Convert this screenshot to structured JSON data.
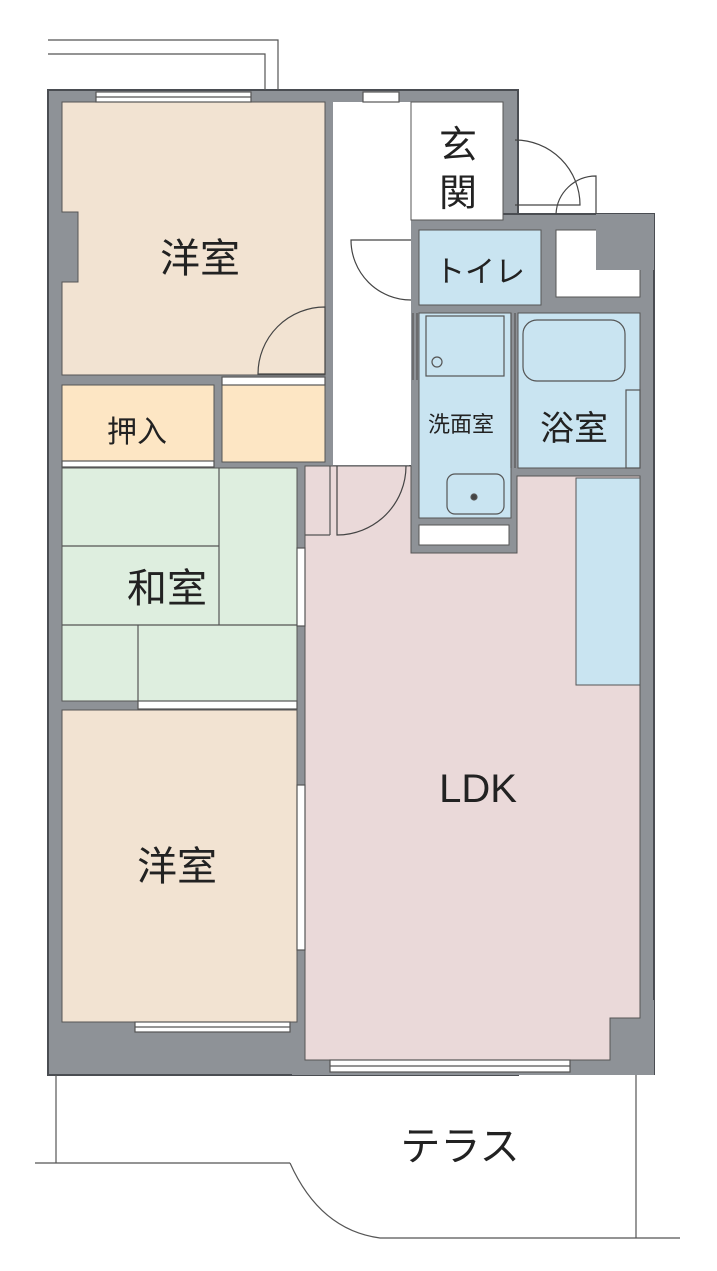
{
  "colors": {
    "wall": "#8e9297",
    "wall_stroke": "#4a4d52",
    "western_room": "#f2e3d2",
    "closet": "#fde6c4",
    "tatami": "#deeedf",
    "ldk": "#ead9d9",
    "wet_area": "#c9e4f1",
    "hallway": "#ffffff",
    "line": "#444444"
  },
  "rooms": {
    "western_room_top": "洋室",
    "entrance_line1": "玄",
    "entrance_line2": "関",
    "toilet": "トイレ",
    "closet": "押入",
    "washroom": "洗面室",
    "bathroom": "浴室",
    "japanese_room": "和室",
    "ldk": "LDK",
    "western_room_bottom": "洋室",
    "terrace": "テラス"
  }
}
